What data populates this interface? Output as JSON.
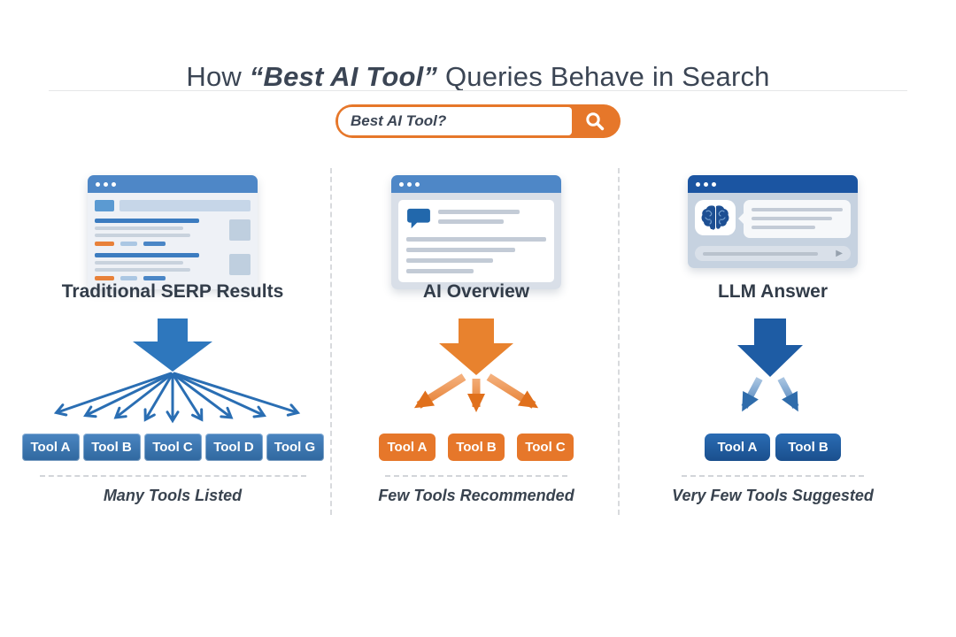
{
  "title": {
    "prefix": "How ",
    "highlight": "“Best AI Tool”",
    "suffix": " Queries Behave in Search"
  },
  "search": {
    "query": "Best AI Tool?",
    "button_icon": "magnifier"
  },
  "columns": [
    {
      "label": "Traditional SERP Results",
      "caption": "Many Tools Listed",
      "mockup": "serp-results-window",
      "tools": [
        "Tool A",
        "Tool B",
        "Tool C",
        "Tool D",
        "Tool G"
      ],
      "arrow_count": 9,
      "accent": "#2e77bd"
    },
    {
      "label": "AI Overview",
      "caption": "Few Tools Recommended",
      "mockup": "ai-overview-card-window",
      "tools": [
        "Tool A",
        "Tool B",
        "Tool C"
      ],
      "arrow_count": 3,
      "accent": "#e6772a"
    },
    {
      "label": "LLM Answer",
      "caption": "Very Few Tools Suggested",
      "mockup": "llm-chat-window",
      "tools": [
        "Tool A",
        "Tool B"
      ],
      "arrow_count": 2,
      "accent": "#1d5ca6"
    }
  ],
  "icons": {
    "search": "magnifier",
    "speech_bubble": "chat-bubble",
    "brain": "brain-in-bubble",
    "send": "play-triangle",
    "window_dots": "three-dots"
  },
  "colors": {
    "text": "#3b4554",
    "orange": "#e6772a",
    "blue": "#2e77bd",
    "dark_blue": "#1d5ca6",
    "header_blue": "#4e87c7",
    "header_dark_blue": "#1b55a2",
    "placeholder_gray": "#c3cbd6",
    "dashed_divider": "#d8dadd"
  }
}
